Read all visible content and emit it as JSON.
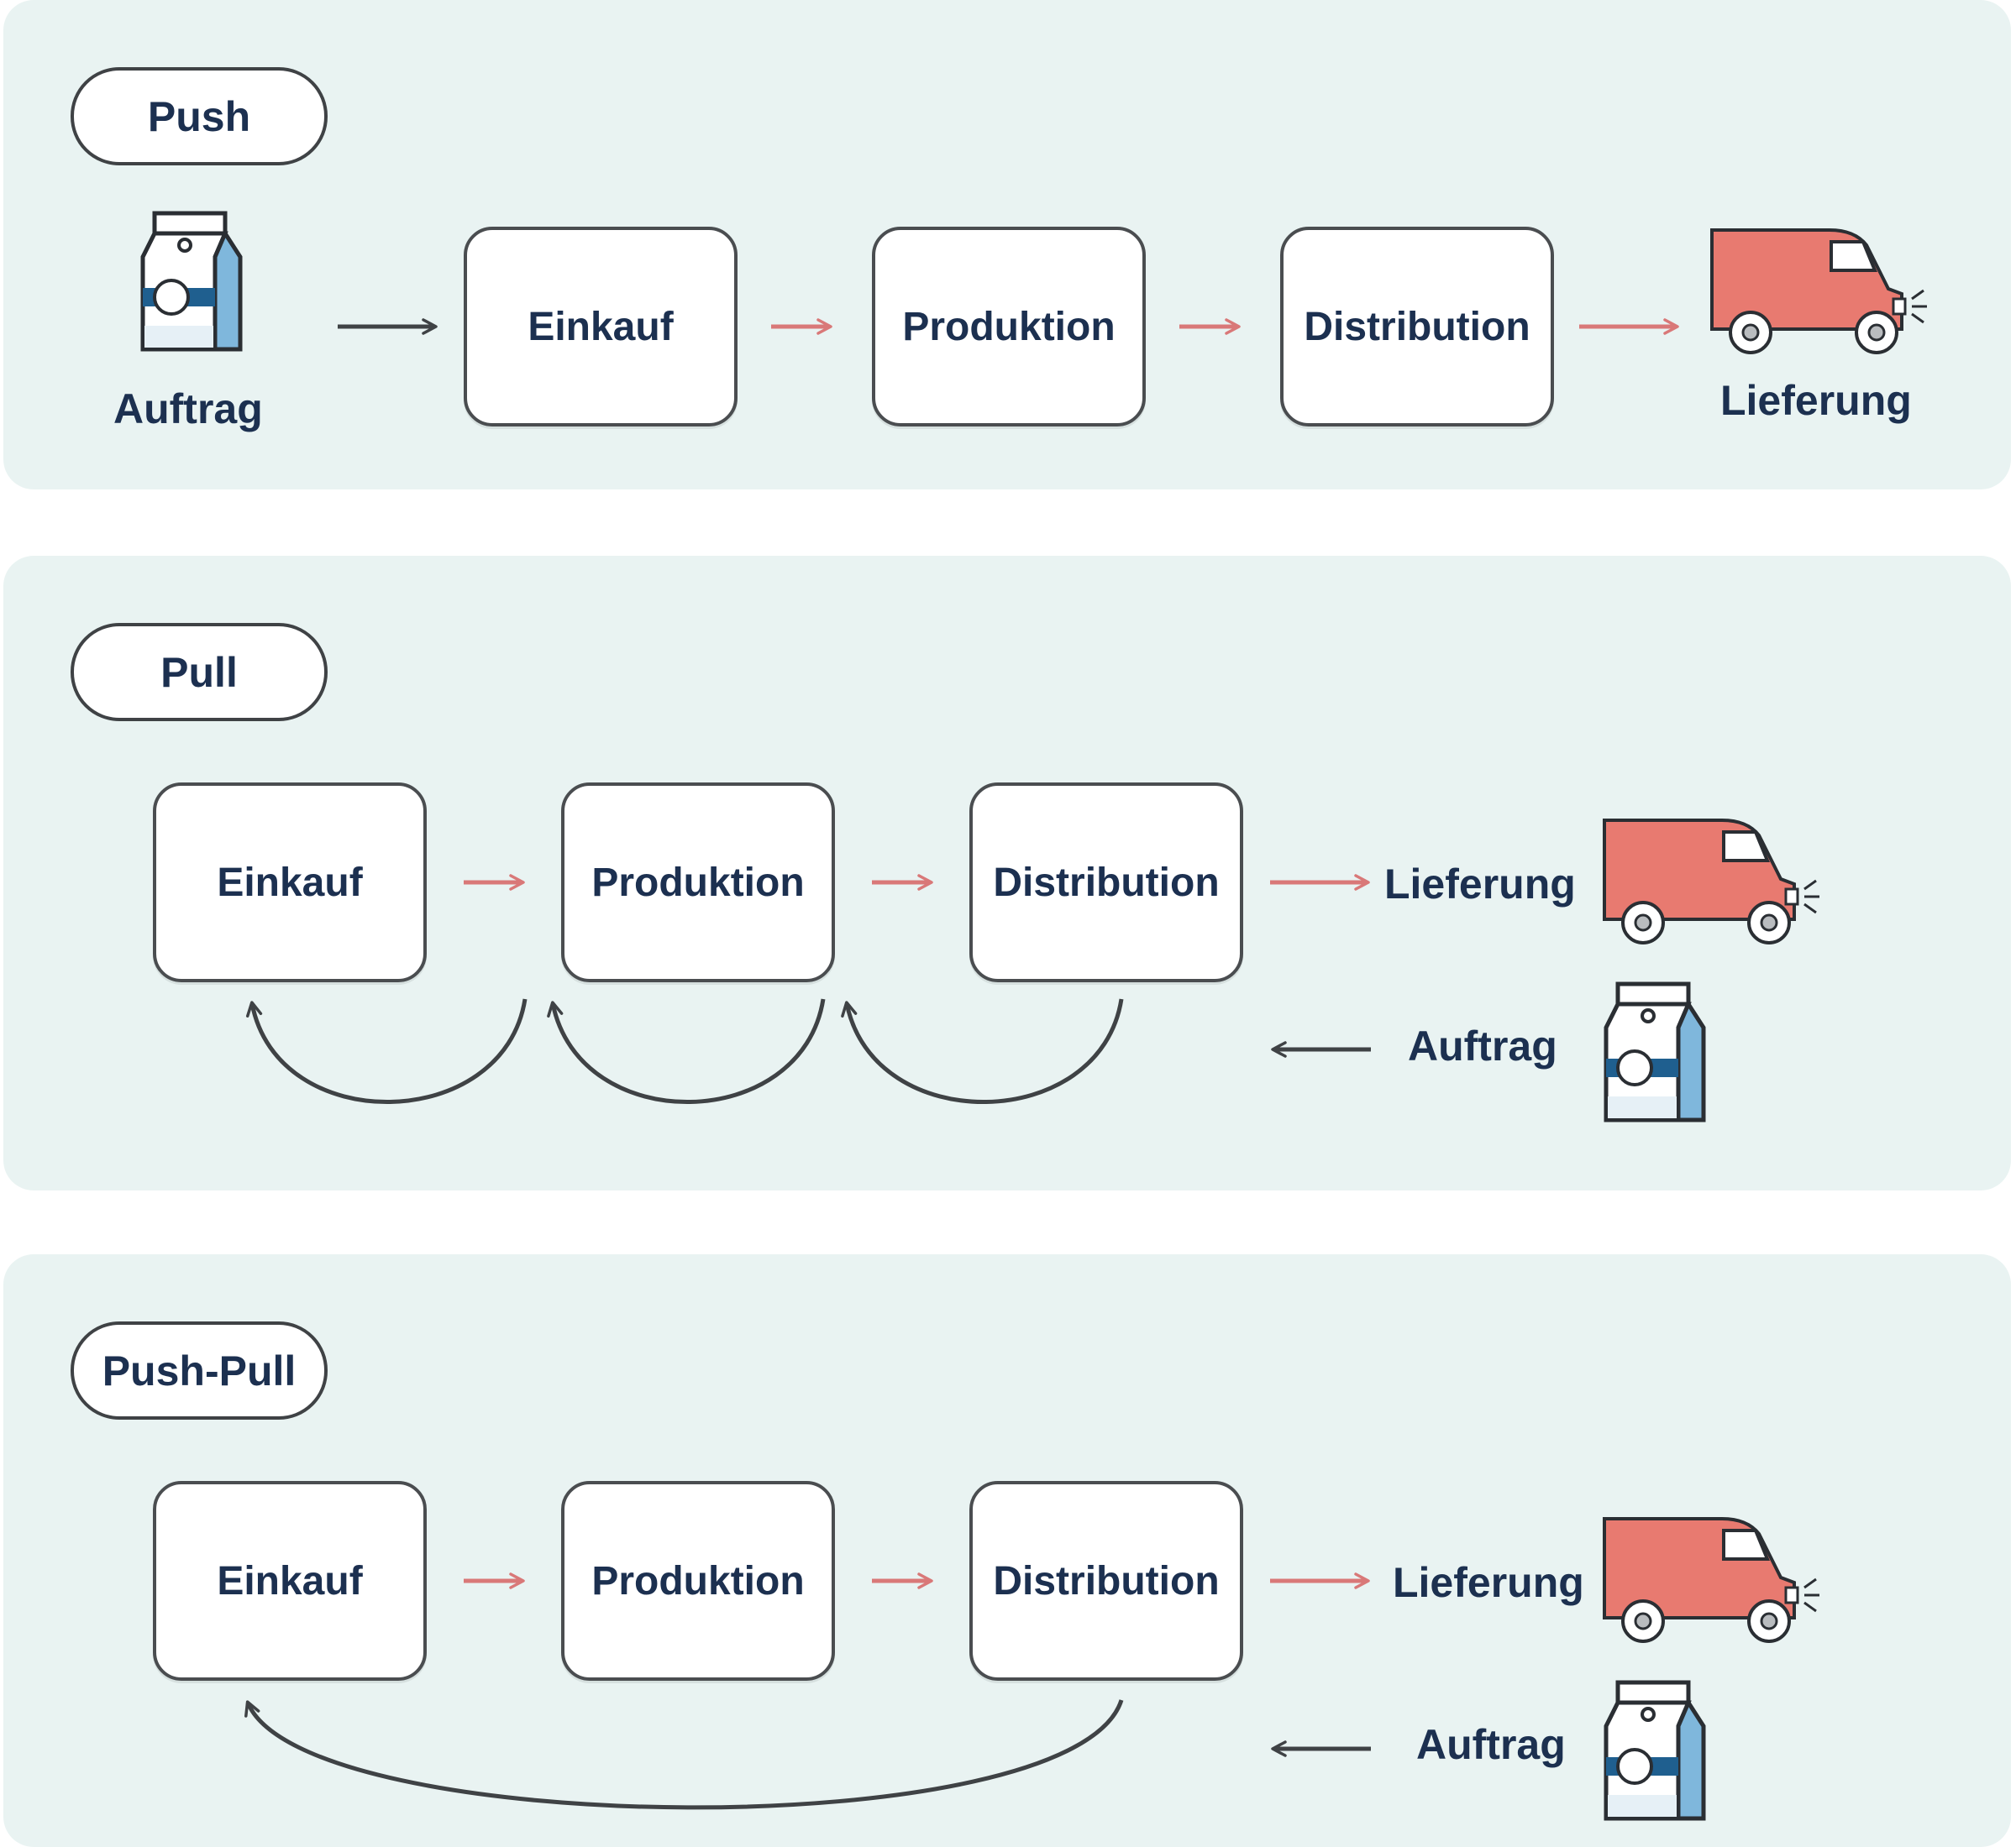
{
  "colors": {
    "panel": "#e9f3f2",
    "text": "#1c3050",
    "flow_arrow": "#d97878",
    "info_arrow": "#3f4245",
    "van": "#e87a70",
    "carton": "#7fb7dc"
  },
  "icons": {
    "order": "milk-carton-icon",
    "delivery": "delivery-van-icon"
  },
  "push": {
    "title": "Push",
    "order_label": "Auftrag",
    "delivery_label": "Lieferung",
    "steps": [
      "Einkauf",
      "Produktion",
      "Distribution"
    ]
  },
  "pull": {
    "title": "Pull",
    "order_label": "Auftrag",
    "delivery_label": "Lieferung",
    "steps": [
      "Einkauf",
      "Produktion",
      "Distribution"
    ]
  },
  "pushpull": {
    "title": "Push-Pull",
    "order_label": "Auftrag",
    "delivery_label": "Lieferung",
    "steps": [
      "Einkauf",
      "Produktion",
      "Distribution"
    ]
  }
}
